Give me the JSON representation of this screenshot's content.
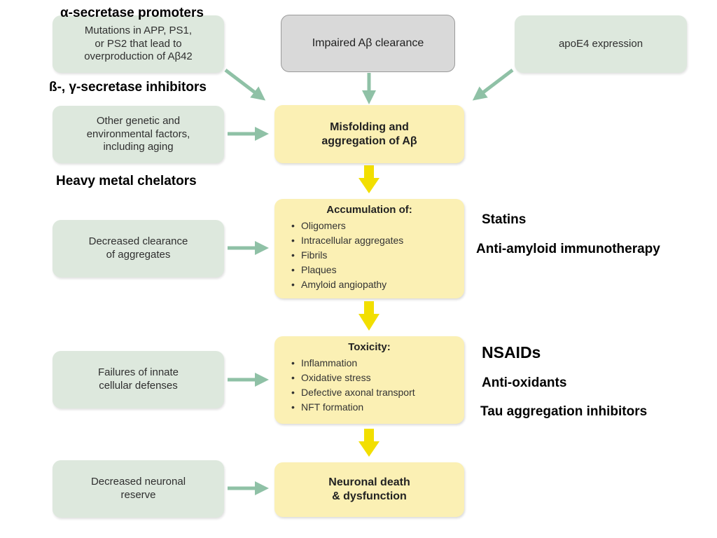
{
  "causes": {
    "mutations": "Mutations in APP, PS1,\nor PS2 that lead to\noverproduction of Aβ42",
    "impaired_clearance": "Impaired Aβ clearance",
    "apoe4": "apoE4 expression",
    "other_factors": "Other genetic and\nenvironmental factors,\nincluding aging",
    "decreased_clearance": "Decreased clearance\nof aggregates",
    "failures_defenses": "Failures of innate\ncellular defenses",
    "neuronal_reserve": "Decreased neuronal\nreserve"
  },
  "stages": {
    "misfolding": "Misfolding and\naggregation of Aβ",
    "accumulation": {
      "title": "Accumulation of:",
      "items": [
        "Oligomers",
        "Intracellular aggregates",
        "Fibrils",
        "Plaques",
        "Amyloid angiopathy"
      ]
    },
    "toxicity": {
      "title": "Toxicity:",
      "items": [
        "Inflammation",
        "Oxidative stress",
        "Defective axonal transport",
        "NFT formation"
      ]
    },
    "death": "Neuronal death\n& dysfunction"
  },
  "therapies": {
    "alpha_promoters": "α-secretase promoters",
    "beta_gamma_inhibitors": "ß-, γ-secretase inhibitors",
    "heavy_metal": "Heavy metal chelators",
    "statins": "Statins",
    "immunotherapy": "Anti-amyloid immunotherapy",
    "nsaids": "NSAIDs",
    "antioxidants": "Anti-oxidants",
    "tau_inhibitors": "Tau aggregation inhibitors"
  },
  "colors": {
    "green_box": "#dde8dd",
    "yellow_box": "#fbf0b4",
    "gray_box": "#d9d9d9",
    "green_arrow": "#8fc1a6",
    "yellow_arrow": "#f2df00"
  }
}
